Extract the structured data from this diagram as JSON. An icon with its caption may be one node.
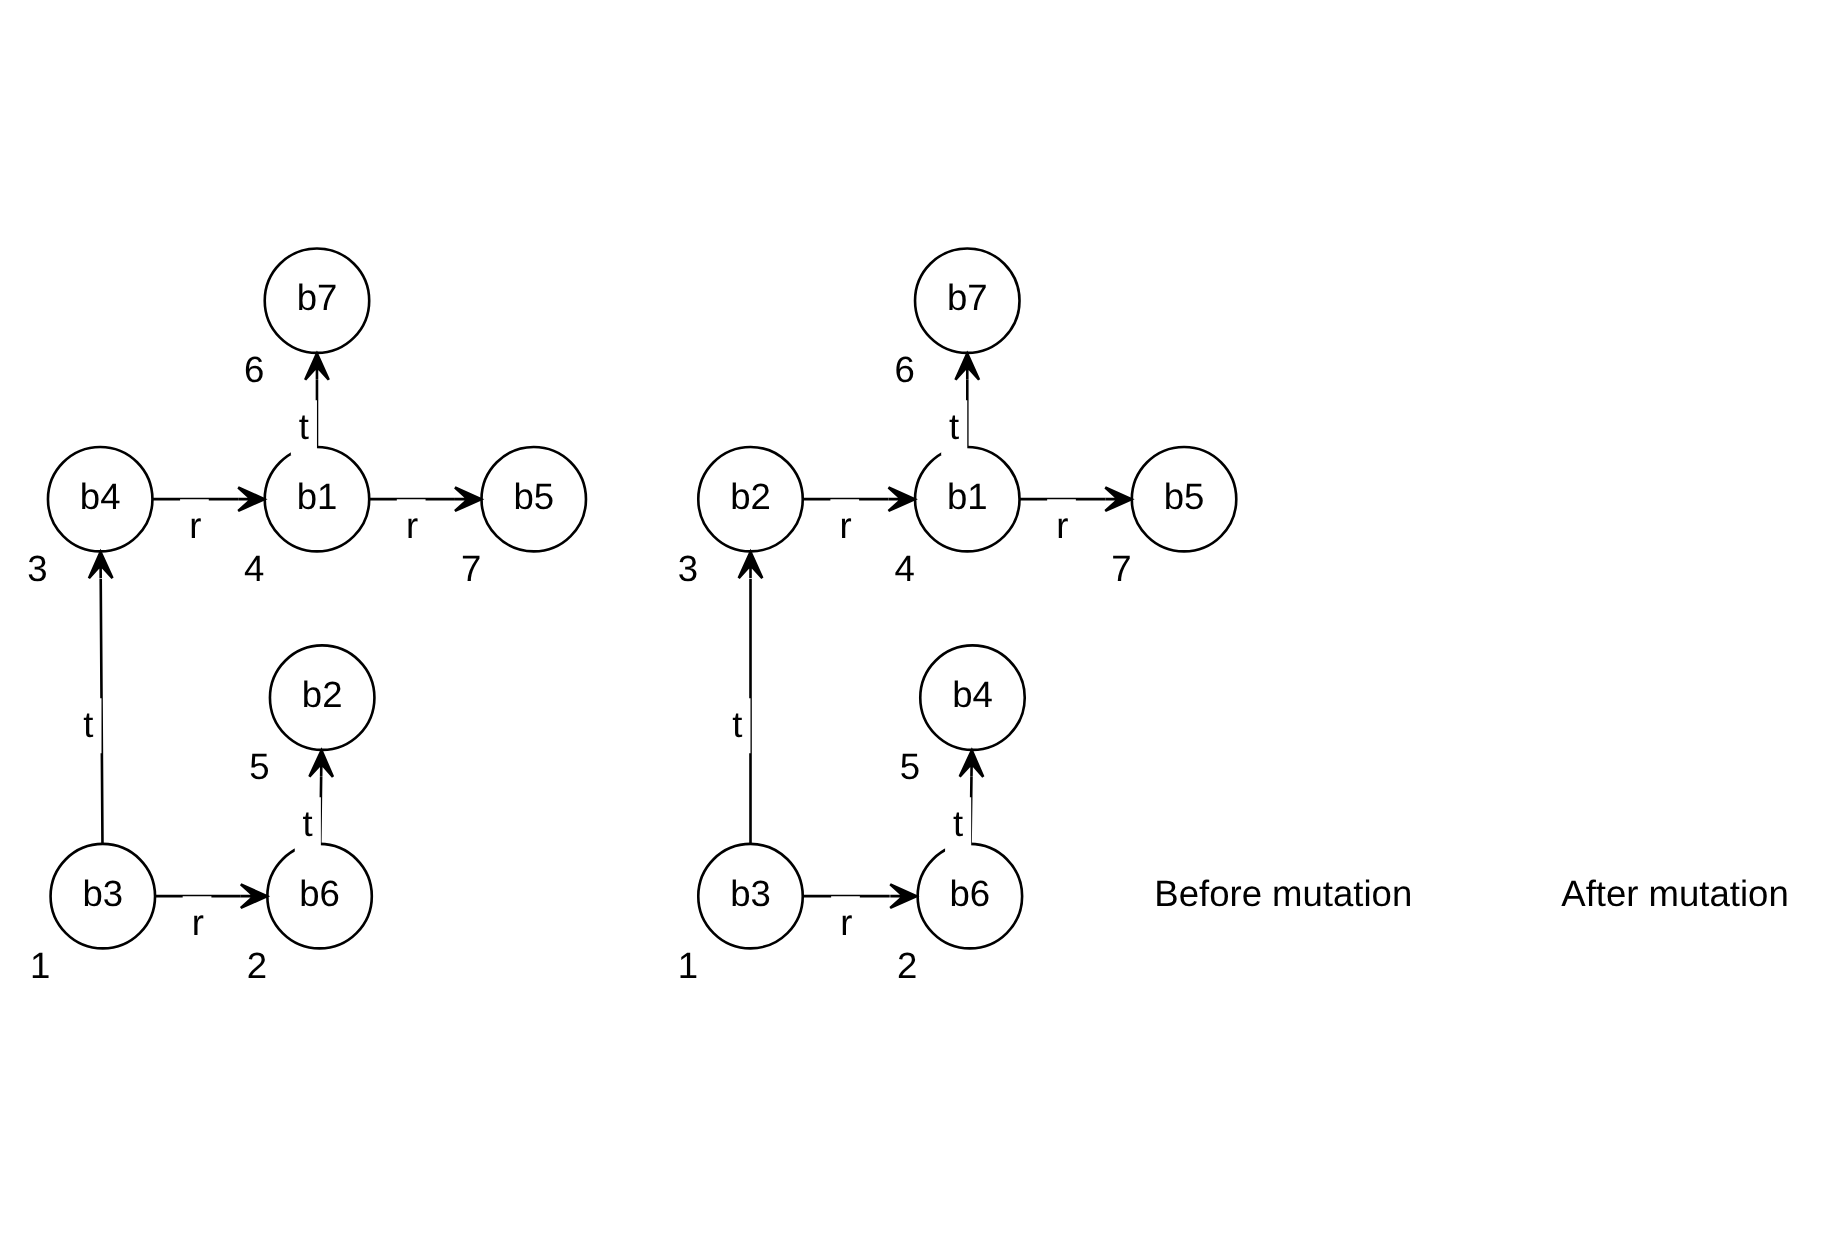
{
  "diagram": {
    "nodes": [
      {
        "text": [
          "b7"
        ],
        "beside": [
          "6"
        ]
      },
      {
        "text": [
          "b4"
        ],
        "beside": [
          "3"
        ]
      },
      {
        "text": [
          "b1"
        ],
        "beside": [
          "4"
        ]
      },
      {
        "text": [
          "b5"
        ],
        "beside": [
          "7"
        ]
      },
      {
        "text": [
          "b2"
        ],
        "beside": [
          "5"
        ]
      },
      {
        "text": [
          "b3"
        ],
        "beside": [
          "1"
        ]
      },
      {
        "text": [
          "b6"
        ],
        "beside": [
          "2"
        ]
      },
      {
        "text": [
          "b7"
        ],
        "beside": [
          "6"
        ]
      },
      {
        "text": [
          "b2"
        ],
        "beside": [
          "3"
        ]
      },
      {
        "text": [
          "b1"
        ],
        "beside": [
          "4"
        ]
      },
      {
        "text": [
          "b5"
        ],
        "beside": [
          "7"
        ]
      },
      {
        "text": [
          "b4"
        ],
        "beside": [
          "5"
        ]
      },
      {
        "text": [
          "b3"
        ],
        "beside": [
          "1"
        ]
      },
      {
        "text": [
          "b6"
        ],
        "beside": [
          "2"
        ]
      }
    ],
    "edges": [
      {
        "from": 5,
        "to": 1,
        "arrow": "to",
        "label": "t"
      },
      {
        "from": 1,
        "to": 2,
        "arrow": "to",
        "label": "r"
      },
      {
        "from": 2,
        "to": 0,
        "arrow": "to",
        "label": "t"
      },
      {
        "from": 2,
        "to": 3,
        "arrow": "to",
        "label": "r"
      },
      {
        "from": 5,
        "to": 6,
        "arrow": "to",
        "label": "r"
      },
      {
        "from": 6,
        "to": 4,
        "arrow": "to",
        "label": "t"
      },
      {
        "from": 12,
        "to": 8,
        "arrow": "to",
        "label": "t"
      },
      {
        "from": 8,
        "to": 9,
        "arrow": "to",
        "label": "r"
      },
      {
        "from": 9,
        "to": 7,
        "arrow": "to",
        "label": "t"
      },
      {
        "from": 9,
        "to": 10,
        "arrow": "to",
        "label": "r"
      },
      {
        "from": 12,
        "to": 13,
        "arrow": "to",
        "label": "r"
      },
      {
        "from": 13,
        "to": 11,
        "arrow": "to",
        "label": "t"
      }
    ],
    "labels": [
      "Before mutation",
      "After mutation"
    ]
  }
}
